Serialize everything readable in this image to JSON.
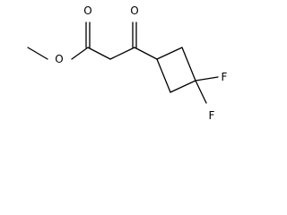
{
  "structure": {
    "atoms": {
      "ester_oxygen": "O",
      "carbonyl_oxygen_1": "O",
      "carbonyl_oxygen_2": "O",
      "fluorine_1": "F",
      "fluorine_2": "F"
    }
  },
  "colors": {
    "ink": "#000000",
    "background": "#ffffff"
  }
}
